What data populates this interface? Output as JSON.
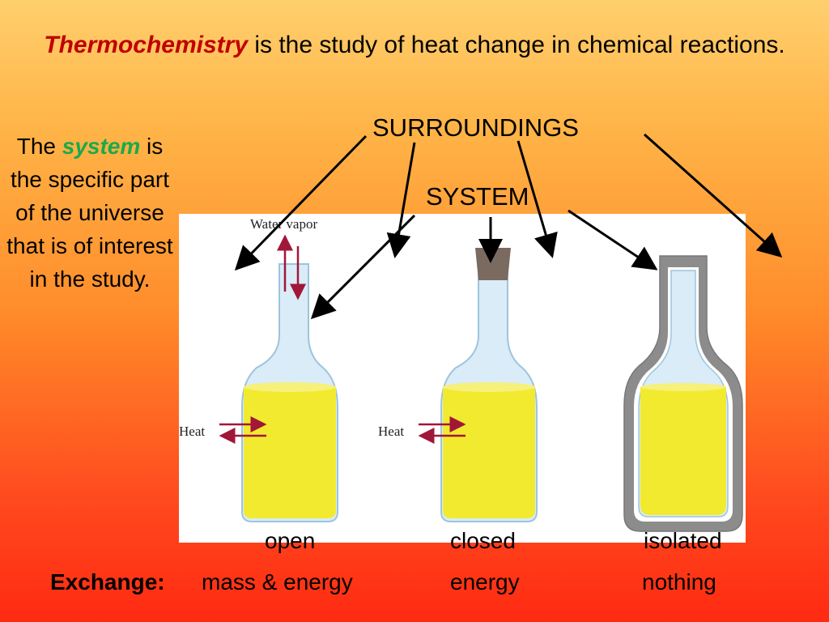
{
  "title": {
    "term": "Thermochemistry",
    "rest": " is the study of heat change in chemical reactions."
  },
  "definition": {
    "pre": "The ",
    "keyword": "system",
    "post": " is the specific part of the universe that is of interest in the study."
  },
  "labels": {
    "surroundings": "SURROUNDINGS",
    "system": "SYSTEM"
  },
  "figure": {
    "water_vapor": "Water vapor",
    "heat_open": "Heat",
    "heat_closed": "Heat"
  },
  "containers": {
    "open": "open",
    "closed": "closed",
    "isolated": "isolated"
  },
  "exchange": {
    "label": "Exchange:",
    "open": "mass & energy",
    "closed": "energy",
    "isolated": "nothing"
  },
  "colors": {
    "term": "#c00000",
    "keyword": "#1aaa4a",
    "liquid": "#f2ea2e",
    "glass": "#cfe5f2",
    "heat_arrow": "#a0173a",
    "insulation": "#8c8c8c",
    "cork": "#7a6a60"
  }
}
